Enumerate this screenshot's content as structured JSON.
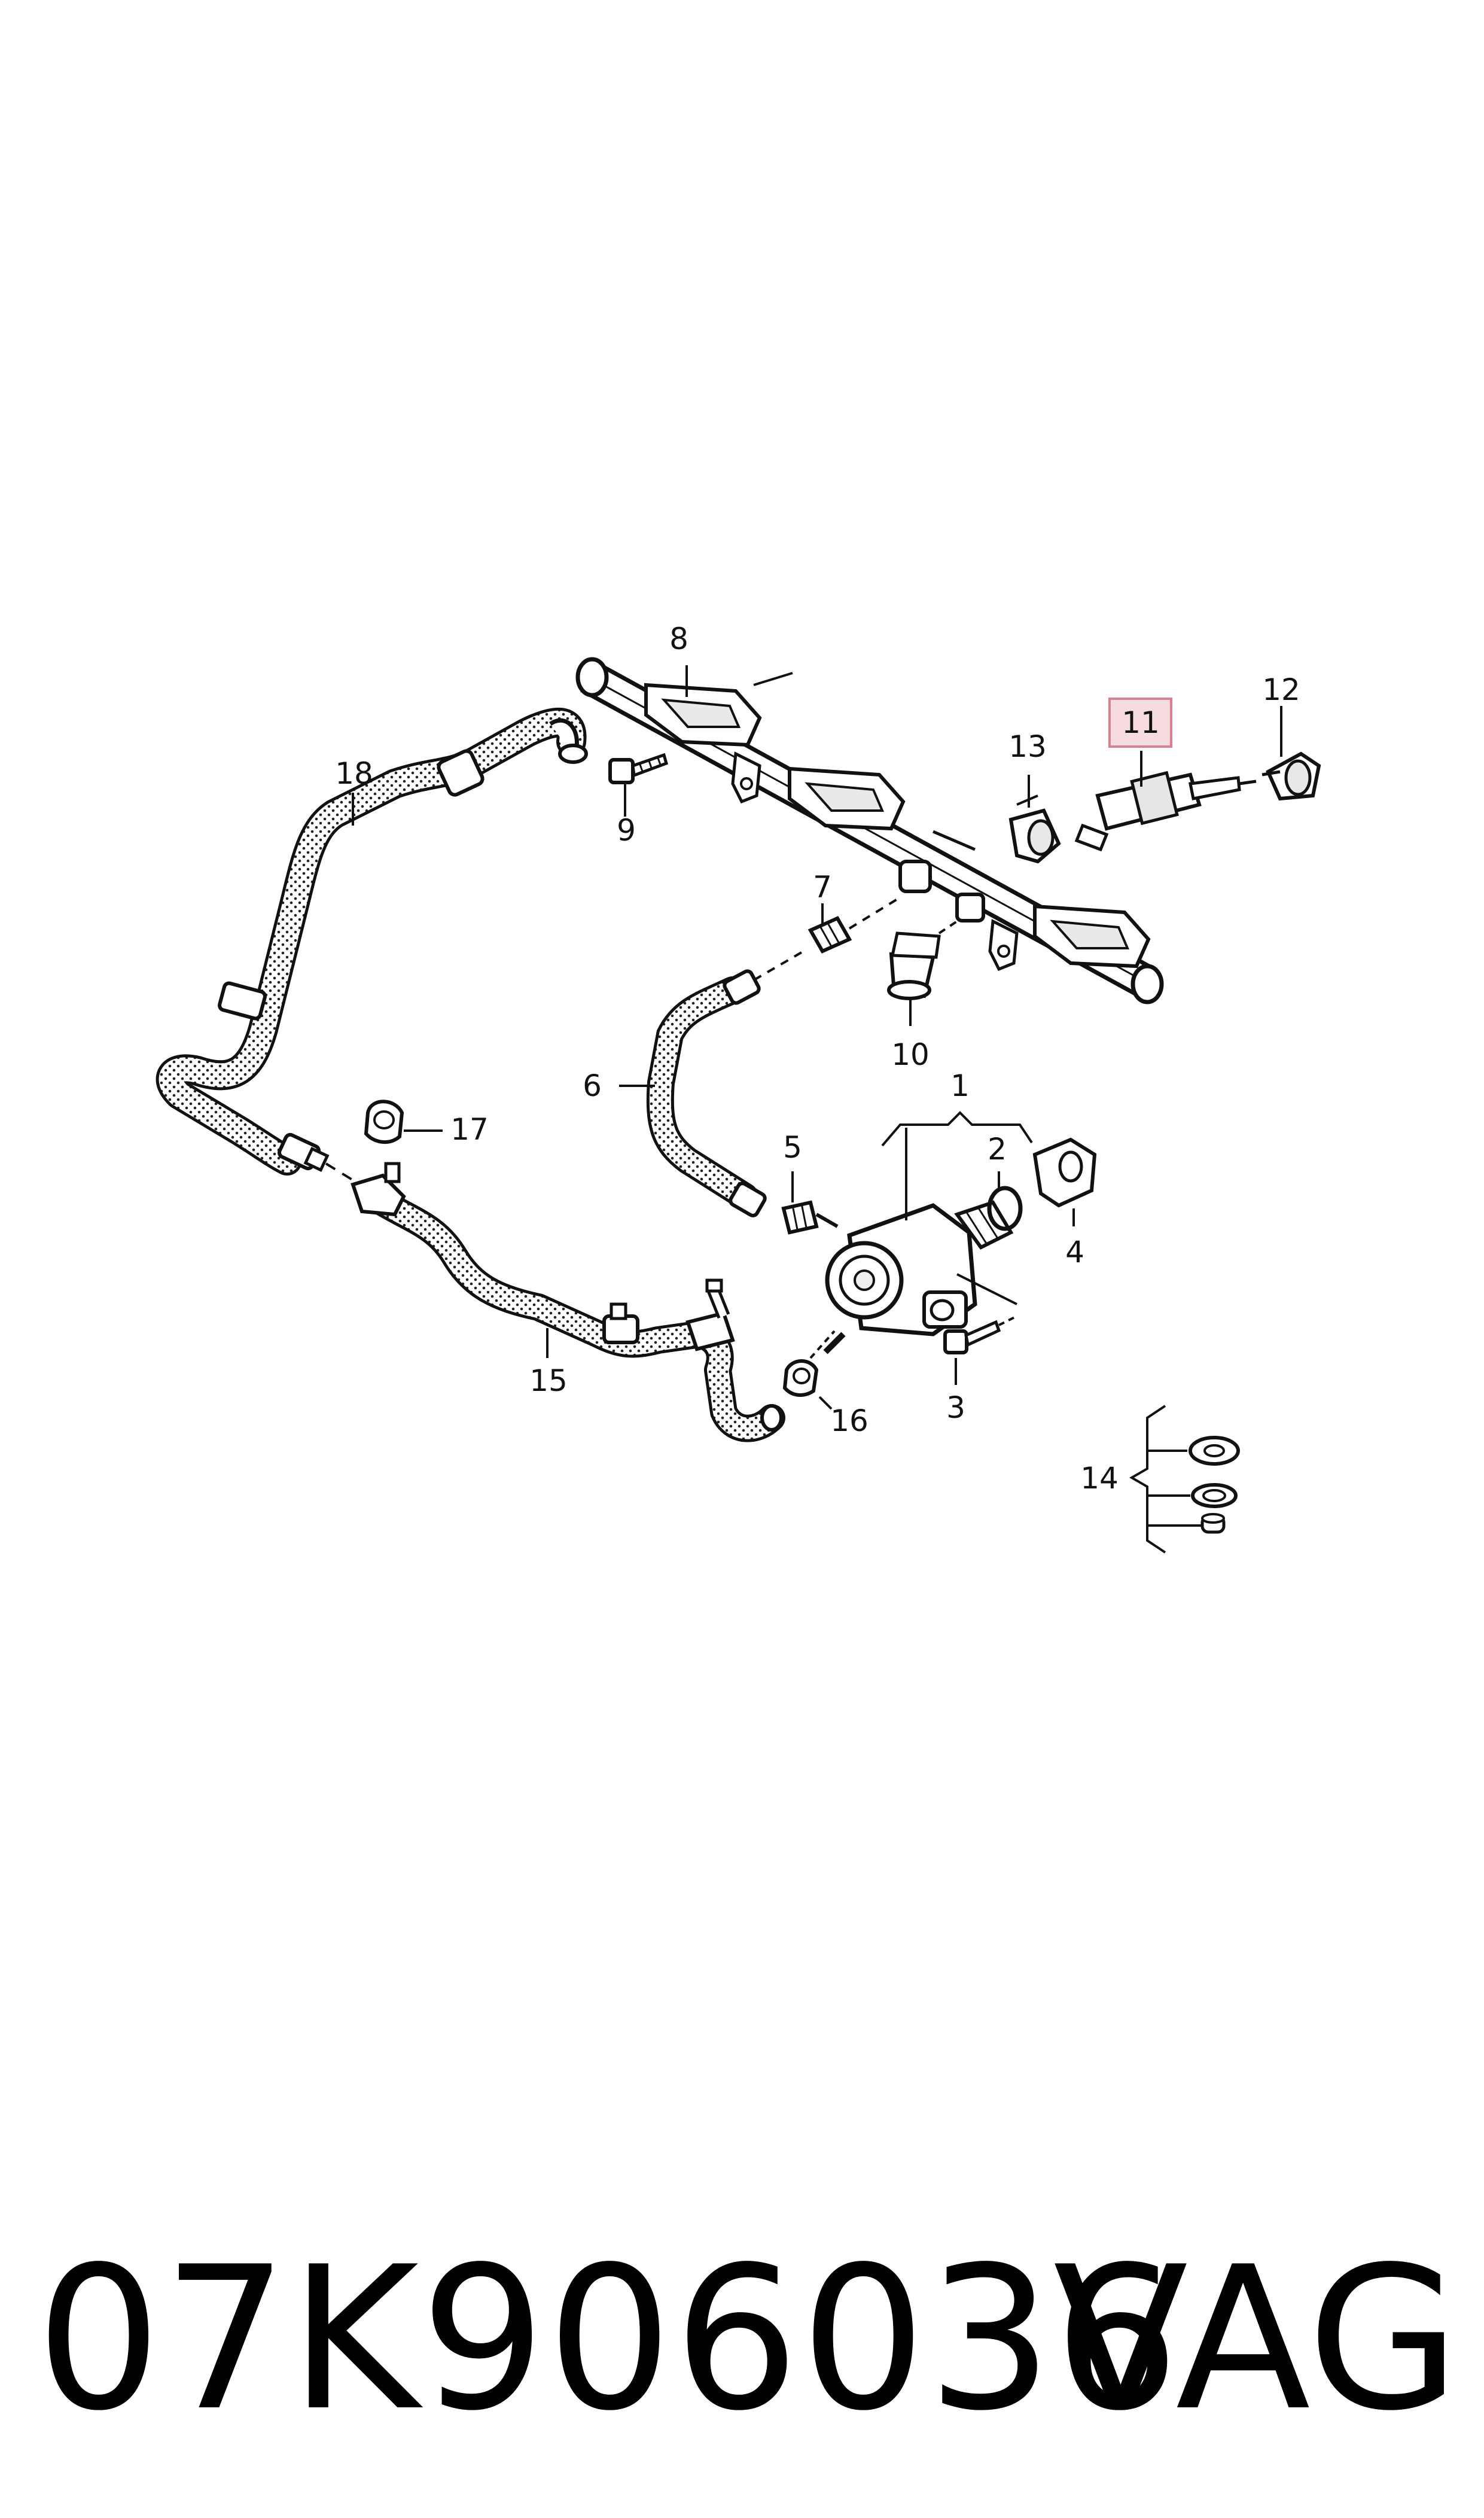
{
  "diagram": {
    "highlight_color": "#f6dce0",
    "highlight_border": "#d9818e",
    "callouts": {
      "c1": "1",
      "c2": "2",
      "c3": "3",
      "c4": "4",
      "c5": "5",
      "c6": "6",
      "c7": "7",
      "c8": "8",
      "c9": "9",
      "c10": "10",
      "c11": "11",
      "c12": "12",
      "c13": "13",
      "c14": "14",
      "c15": "15",
      "c16": "16",
      "c17": "17",
      "c18": "18"
    }
  },
  "footer": {
    "part_number": "07K906036",
    "brand": "VAG"
  }
}
